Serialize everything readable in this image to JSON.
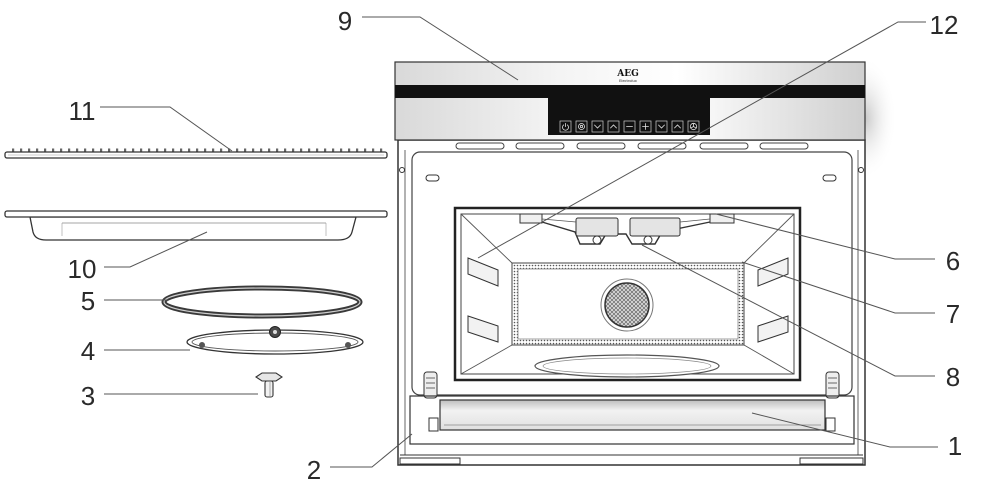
{
  "callouts": [
    {
      "label": "9"
    },
    {
      "label": "12"
    },
    {
      "label": "11"
    },
    {
      "label": "10"
    },
    {
      "label": "5"
    },
    {
      "label": "4"
    },
    {
      "label": "3"
    },
    {
      "label": "2"
    },
    {
      "label": "1"
    },
    {
      "label": "6"
    },
    {
      "label": "7"
    },
    {
      "label": "8"
    }
  ],
  "panel": {
    "brand": "AEG",
    "sub_brand": "Electrolux",
    "buttons": [
      "power-icon",
      "light-icon",
      "chevron-down-icon",
      "chevron-up-icon",
      "minus-icon",
      "plus-icon",
      "chevron-down-icon",
      "chevron-up-icon",
      "fan-icon"
    ]
  },
  "colors": {
    "line": "#333333",
    "display": "#111111",
    "button_outline": "#cfcfcf"
  }
}
